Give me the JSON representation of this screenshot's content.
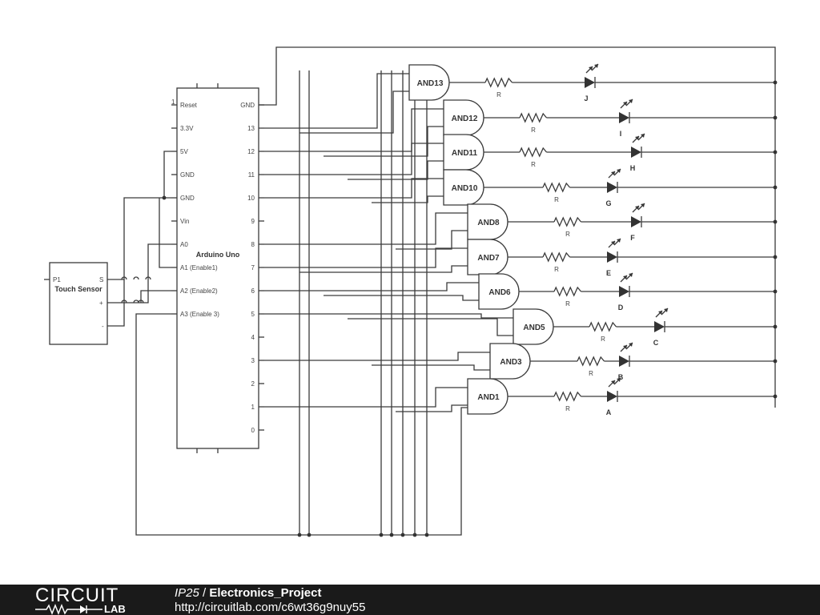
{
  "arduino": {
    "title": "Arduino Uno",
    "left_pins": [
      {
        "num": "1",
        "label": "Reset"
      },
      {
        "num": "",
        "label": "3.3V"
      },
      {
        "num": "",
        "label": "5V"
      },
      {
        "num": "",
        "label": "GND"
      },
      {
        "num": "",
        "label": "GND"
      },
      {
        "num": "",
        "label": "Vin"
      },
      {
        "num": "",
        "label": "A0"
      },
      {
        "num": "",
        "label": "A1 (Enable1)"
      },
      {
        "num": "",
        "label": "A2 (Enable2)"
      },
      {
        "num": "",
        "label": "A3 (Enable 3)"
      }
    ],
    "right_pins": [
      "GND",
      "13",
      "12",
      "11",
      "10",
      "9",
      "8",
      "7",
      "6",
      "5",
      "4",
      "3",
      "2",
      "1",
      "0"
    ]
  },
  "sensor": {
    "title": "Touch Sensor",
    "pin_p1": "P1",
    "pin_s": "S",
    "pin_plus": "+",
    "pin_minus": "-"
  },
  "channels": [
    {
      "gate": "AND13",
      "resistor": "R",
      "led": "J"
    },
    {
      "gate": "AND12",
      "resistor": "R",
      "led": "I"
    },
    {
      "gate": "AND11",
      "resistor": "R",
      "led": "H"
    },
    {
      "gate": "AND10",
      "resistor": "R",
      "led": "G"
    },
    {
      "gate": "AND8",
      "resistor": "R",
      "led": "F"
    },
    {
      "gate": "AND7",
      "resistor": "R",
      "led": "E"
    },
    {
      "gate": "AND6",
      "resistor": "R",
      "led": "D"
    },
    {
      "gate": "AND5",
      "resistor": "R",
      "led": "C"
    },
    {
      "gate": "AND3",
      "resistor": "R",
      "led": "B"
    },
    {
      "gate": "AND1",
      "resistor": "R",
      "led": "A"
    }
  ],
  "footer": {
    "logo_top": "CIRCUIT",
    "logo_bottom": "LAB",
    "user": "IP25",
    "separator": " / ",
    "project": "Electronics_Project",
    "url": "http://circuitlab.com/c6wt36g9nuy55"
  }
}
